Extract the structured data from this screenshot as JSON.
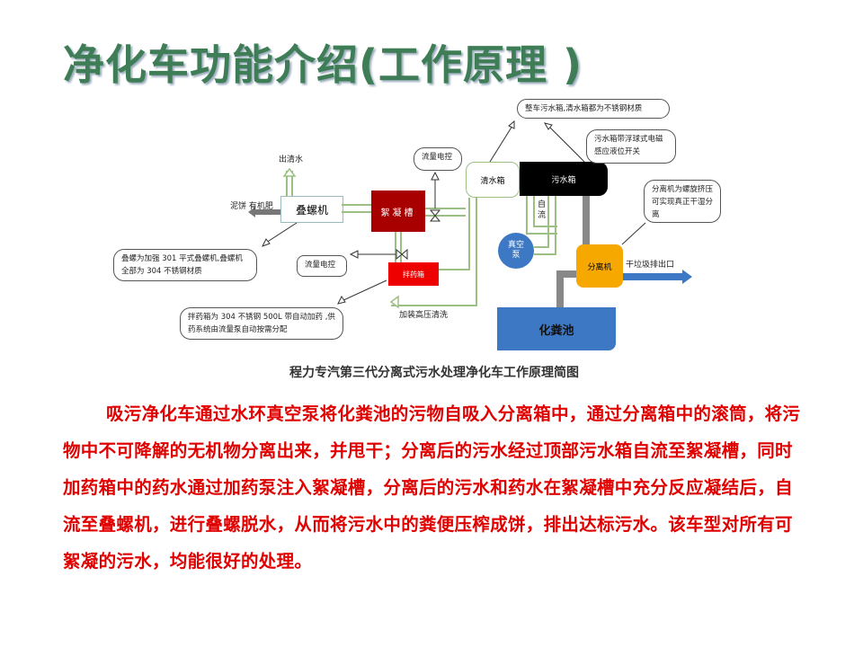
{
  "title": "净化车功能介绍(工作原理 )",
  "diagram": {
    "clean_water_out": "出清水",
    "sludge_out": "泥饼 有机肥",
    "screw_press": "叠螺机",
    "flocculation_tank": "絮凝槽",
    "flow_control_top": "流量电控",
    "clean_tank": "清水箱",
    "sewage_tank": "污水箱",
    "tanks_note": "整车污水箱,清水箱都为不锈钢材质",
    "float_switch_note": "污水箱带浮球式电磁感应液位开关",
    "gravity_flow": "自流",
    "vacuum_pump": "真空泵",
    "separator": "分离机",
    "separator_note": "分离机为螺旋挤压可实现真正干湿分离",
    "dry_waste_outlet": "干垃圾排出口",
    "septic_tank": "化粪池",
    "screw_press_note": "叠螺为加强 301 平式叠螺机,叠螺机全部为 304 不锈钢材质",
    "flow_control_bottom": "流量电控",
    "dosing_tank": "拌药箱",
    "high_pressure_wash": "加装高压清洗",
    "dosing_note": "拌药箱为 304 不锈钢 500L 带自动加药 ,供药系统由流量泵自动按需分配",
    "caption": "程力专汽第三代分离式污水处理净化车工作原理简图"
  },
  "paragraph": "吸污净化车通过水环真空泵将化粪池的污物自吸入分离箱中，通过分离箱中的滚筒，将污物中不可降解的无机物分离出来，并甩干；分离后的污水经过顶部污水箱自流至絮凝槽，同时加药箱中的药水通过加药泵注入絮凝槽，分离后的污水和药水在絮凝槽中充分反应凝结后，自流至叠螺机，进行叠螺脱水，从而将污水中的粪便压榨成饼，排出达标污水。该车型对所有可絮凝的污水，均能很好的处理。"
}
